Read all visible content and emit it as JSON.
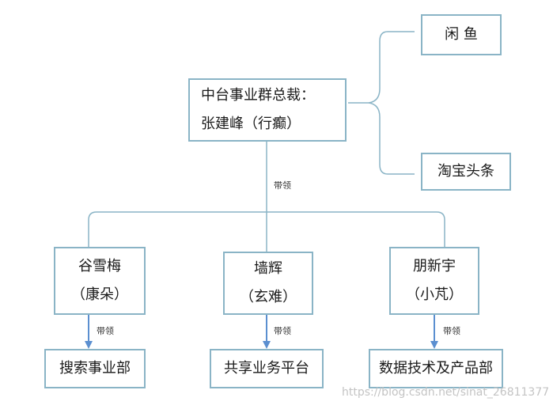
{
  "president": {
    "title": "中台事业群总裁：",
    "name": "张建峰（行癫）"
  },
  "branches": [
    {
      "label": "闲 鱼"
    },
    {
      "label": "淘宝头条"
    }
  ],
  "leaders": [
    {
      "name": "谷雪梅",
      "alias": "（康朵）"
    },
    {
      "name": "墙辉",
      "alias": "（玄难）"
    },
    {
      "name": "朋新宇",
      "alias": "（小芃）"
    }
  ],
  "departments": [
    {
      "label": "搜索事业部"
    },
    {
      "label": "共享业务平台"
    },
    {
      "label": "数据技术及产品部"
    }
  ],
  "edge_label": "带领",
  "watermark": "https://blog.csdn.net/sinat_26811377",
  "colors": {
    "line": "#8ab4c6",
    "arrow": "#5b8fd0",
    "text": "#1a1a1a"
  }
}
